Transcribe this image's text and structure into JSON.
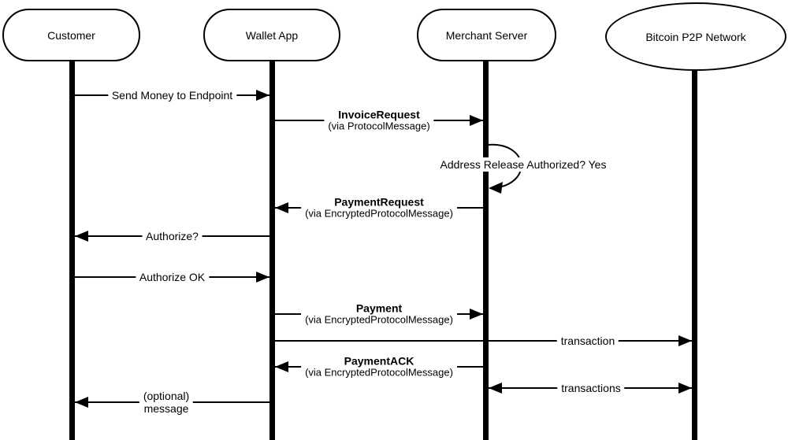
{
  "diagram": {
    "type": "uml-sequence-diagram",
    "colors": {
      "line": "#000000",
      "background": "#ffffff",
      "text": "#000000"
    },
    "actors": [
      {
        "id": "customer",
        "label": "Customer",
        "shape": "stadium"
      },
      {
        "id": "wallet-app",
        "label": "Wallet App",
        "shape": "stadium"
      },
      {
        "id": "merchant-server",
        "label": "Merchant Server",
        "shape": "stadium"
      },
      {
        "id": "bitcoin-p2p-network",
        "label": "Bitcoin P2P Network",
        "shape": "ellipse"
      }
    ],
    "messages": [
      {
        "from": "Customer",
        "to": "Wallet App",
        "label": "Send Money to Endpoint"
      },
      {
        "from": "Wallet App",
        "to": "Merchant Server",
        "name": "InvoiceRequest",
        "via": "(via ProtocolMessage)"
      },
      {
        "type": "self-loop",
        "actor": "Merchant Server",
        "label": "Address Release Authorized? Yes"
      },
      {
        "from": "Merchant Server",
        "to": "Wallet App",
        "name": "PaymentRequest",
        "via": "(via EncryptedProtocolMessage)"
      },
      {
        "from": "Wallet App",
        "to": "Customer",
        "label": "Authorize?"
      },
      {
        "from": "Customer",
        "to": "Wallet App",
        "label": "Authorize OK"
      },
      {
        "from": "Wallet App",
        "to": "Merchant Server",
        "name": "Payment",
        "via": "(via EncryptedProtocolMessage)"
      },
      {
        "from": "Wallet App",
        "to": "Bitcoin P2P Network",
        "label": "transaction"
      },
      {
        "from": "Merchant Server",
        "to": "Wallet App",
        "name": "PaymentACK",
        "via": "(via EncryptedProtocolMessage)"
      },
      {
        "from": "Merchant Server",
        "to": "Bitcoin P2P Network",
        "label": "transactions",
        "bidirectional": true
      },
      {
        "from": "Wallet App",
        "to": "Customer",
        "label_line1": "(optional)",
        "label_line2": "message"
      }
    ]
  }
}
